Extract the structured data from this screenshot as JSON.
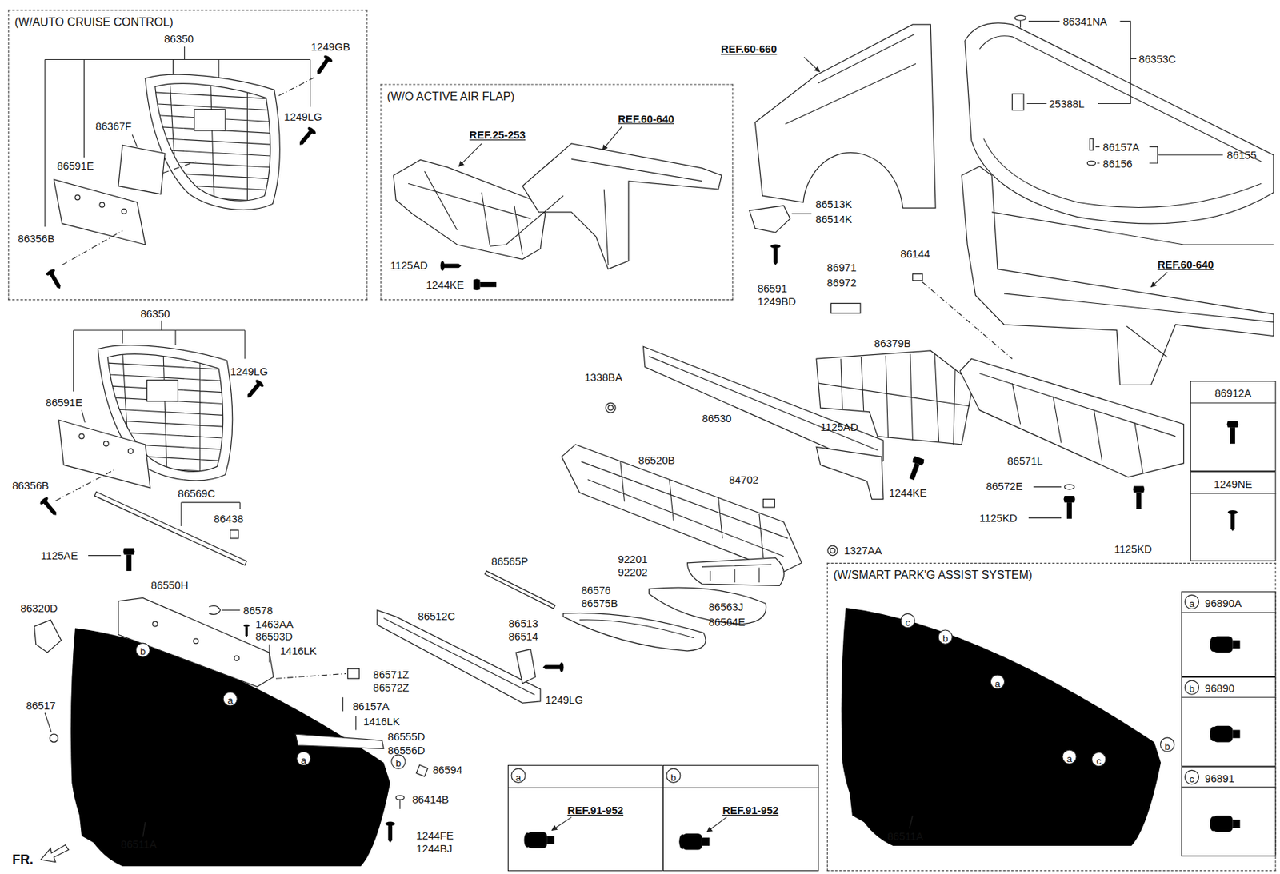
{
  "diagram": {
    "nodes": [
      {
        "text": [
          "(W/AUTO CRUISE CONTROL)"
        ]
      },
      {
        "text": [
          "(W/O ACTIVE AIR FLAP)"
        ]
      },
      {
        "text": [
          "86912A"
        ]
      },
      {
        "text": [
          "1249NE"
        ]
      },
      {
        "text": [
          "b"
        ]
      },
      {
        "text": [
          "a"
        ]
      },
      {
        "text": [
          "a"
        ]
      },
      {
        "text": [
          "b"
        ]
      },
      {
        "text": [
          "(W/SMART PARK'G ASSIST SYSTEM)"
        ]
      },
      {
        "text": [
          "c"
        ],
        "in": 8
      },
      {
        "text": [
          "b"
        ],
        "in": 8
      },
      {
        "text": [
          "a"
        ],
        "in": 8
      },
      {
        "text": [
          "a"
        ],
        "in": 8
      },
      {
        "text": [
          "c"
        ],
        "in": 8
      },
      {
        "text": [
          "b"
        ],
        "in": 8
      },
      {
        "text": [
          "96890A"
        ],
        "in": 8
      },
      {
        "text": [
          "a"
        ],
        "in": 15
      },
      {
        "text": [
          "96890"
        ],
        "in": 8
      },
      {
        "text": [
          "b"
        ],
        "in": 17
      },
      {
        "text": [
          "96891"
        ],
        "in": 8
      },
      {
        "text": [
          "c"
        ],
        "in": 19
      },
      {
        "text": [
          "REF.91-952"
        ]
      },
      {
        "text": [
          "a"
        ],
        "in": 21
      },
      {
        "text": [
          "REF.91-952"
        ]
      },
      {
        "text": [
          "b"
        ],
        "in": 23
      }
    ],
    "labels": [
      "86350",
      "1249GB",
      "1249LG",
      "86367F",
      "86591E",
      "86356B",
      "REF.25-253",
      "REF.60-640",
      "1125AD",
      "1244KE",
      "REF.60-660",
      "86341NA",
      "86353C",
      "25388L",
      "86157A",
      "86156",
      "86155",
      "86513K",
      "86514K",
      "86591",
      "1249BD",
      "86144",
      "86971",
      "86972",
      "REF.60-640",
      "86379B",
      "1338BA",
      "86530",
      "1125AD",
      "86350",
      "1249LG",
      "86591E",
      "86520B",
      "86571L",
      "84702",
      "1244KE",
      "86572E",
      "86356B",
      "86569C",
      "86438",
      "1125KD",
      "1125KD",
      "1327AA",
      "1125AE",
      "86565P",
      "92201",
      "92202",
      "86550H",
      "86576",
      "86575B",
      "86320D",
      "86578",
      "1463AA",
      "86593D",
      "86563J",
      "86564E",
      "86512C",
      "86513",
      "86514",
      "1416LK",
      "86571Z",
      "86572Z",
      "1249LG",
      "86157A",
      "86517",
      "1416LK",
      "86555D",
      "86556D",
      "86594",
      "86414B",
      "1244FE",
      "1244BJ",
      "86511A",
      "FR.",
      "86511A"
    ]
  }
}
